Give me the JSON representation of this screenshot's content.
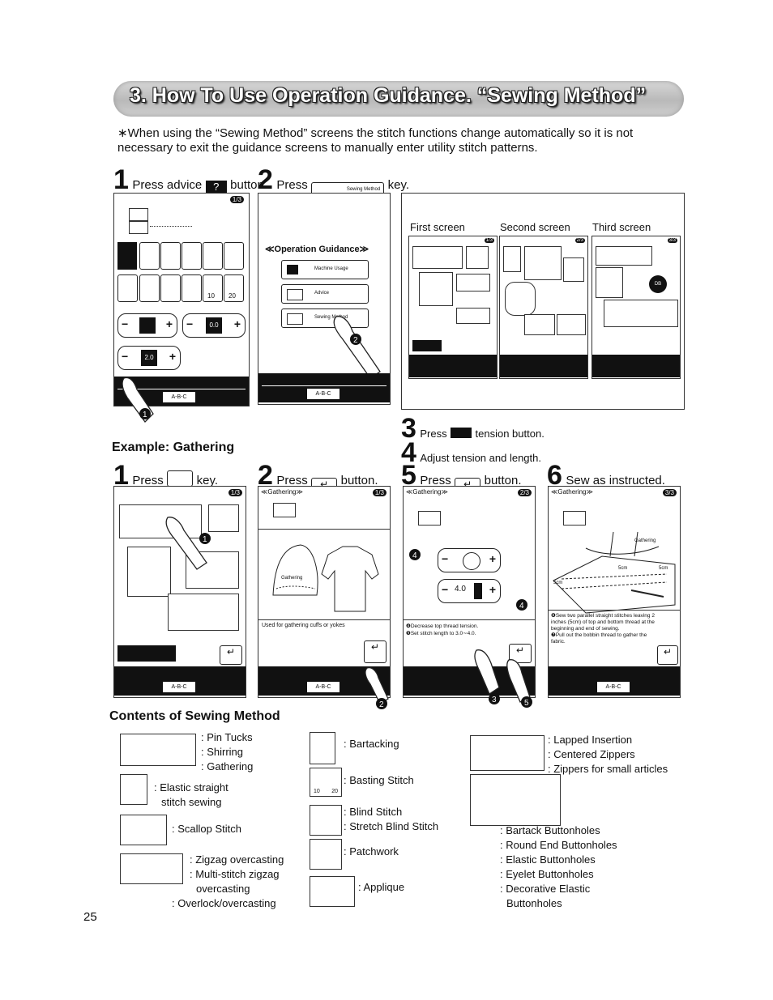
{
  "header": {
    "title": "3. How To Use Operation Guidance. “Sewing Method”"
  },
  "intro": "∗When using the “Sewing Method” screens the stitch functions change automatically so it is not necessary to exit the guidance screens to manually enter utility stitch patterns.",
  "steps_top": [
    {
      "num": "1",
      "pre": "Press advice",
      "post": "button."
    },
    {
      "num": "2",
      "pre": "Press",
      "key_label": "Sewing Method",
      "post": "key."
    }
  ],
  "screen1": {
    "page": "1/3",
    "numbers": [
      "10",
      "20"
    ],
    "value1": "0.0",
    "value2": "2.0"
  },
  "screen2": {
    "title": "≪Operation Guidance≫",
    "items": [
      "Machine Usage",
      "Advice",
      "Sewing Method"
    ]
  },
  "screens_panel": {
    "labels": [
      "First screen",
      "Second screen",
      "Third screen"
    ],
    "pages": [
      "1/3",
      "2/3",
      "3/3"
    ],
    "badge": "DB"
  },
  "example": {
    "heading": "Example: Gathering"
  },
  "steps_mid": [
    {
      "num": "3",
      "pre": "Press",
      "post": "tension button."
    },
    {
      "num": "4",
      "text": "Adjust tension and length."
    }
  ],
  "steps_bottom": [
    {
      "num": "1",
      "pre": "Press",
      "post": "key."
    },
    {
      "num": "2",
      "pre": "Press",
      "post": "button."
    },
    {
      "num": "5",
      "pre": "Press",
      "post": "button."
    },
    {
      "num": "6",
      "text": "Sew as instructed."
    }
  ],
  "bscreen1": {
    "page": "1/3"
  },
  "bscreen2": {
    "title": "≪Gathering≫",
    "page": "1/3",
    "gather_label": "Gathering",
    "note": "Used for gathering cuffs or yokes"
  },
  "bscreen3": {
    "title": "≪Gathering≫",
    "page": "2/3",
    "value": "4.0",
    "notes": [
      "❹Decrease top thread tension.",
      "❺Set stitch length to 3.0∼4.0."
    ]
  },
  "bscreen4": {
    "title": "≪Gathering≫",
    "page": "3/3",
    "gather_label": "Gathering",
    "cm": [
      "5cm",
      "5cm",
      "5cm"
    ],
    "notes": [
      "❻Sew two parallel straight stitches leaving 2 inches (5cm) of top and bottom thread at the beginning and end of sewing.",
      "❼Pull out the bobbin thread to gather the fabric."
    ]
  },
  "bar": {
    "abc": "A-B-C"
  },
  "contents": {
    "heading": "Contents of Sewing Method",
    "col1": [
      {
        "lines": [
          ": Pin Tucks",
          ": Shirring",
          ": Gathering"
        ]
      },
      {
        "lines": [
          ": Elastic straight",
          "stitch sewing"
        ]
      },
      {
        "lines": [
          ": Scallop Stitch"
        ]
      },
      {
        "lines": [
          ": Zigzag overcasting",
          ": Multi-stitch zigzag",
          "overcasting",
          ": Overlock/overcasting"
        ]
      }
    ],
    "col2": [
      {
        "lines": [
          ": Bartacking"
        ]
      },
      {
        "lines": [
          ": Basting Stitch"
        ],
        "numbers": [
          "10",
          "20"
        ]
      },
      {
        "lines": [
          ": Blind Stitch",
          ": Stretch Blind Stitch"
        ]
      },
      {
        "lines": [
          ": Patchwork"
        ]
      },
      {
        "lines": [
          ": Applique"
        ]
      }
    ],
    "col3": [
      {
        "lines": [
          ": Lapped Insertion",
          ": Centered Zippers",
          ": Zippers for small articles"
        ]
      },
      {
        "lines": [
          ": Bartack Buttonholes",
          ": Round End Buttonholes",
          ": Elastic Buttonholes",
          ": Eyelet Buttonholes",
          ": Decorative Elastic",
          "Buttonholes"
        ]
      }
    ]
  },
  "page_number": "25"
}
